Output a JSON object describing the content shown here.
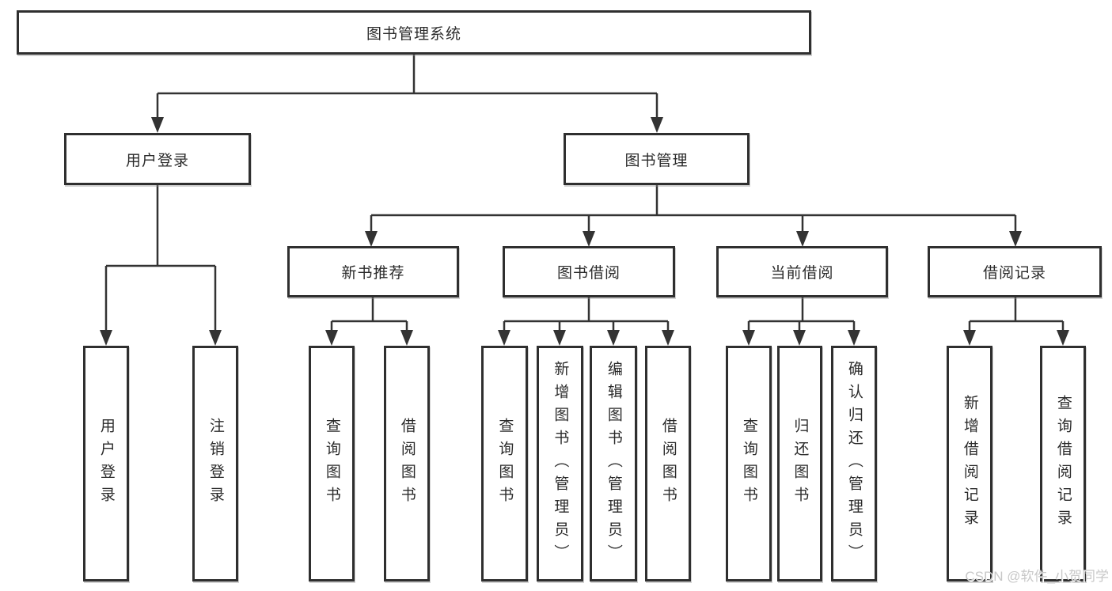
{
  "tree": {
    "label": "图书管理系统",
    "children": [
      {
        "label": "用户登录",
        "children": [
          {
            "label": "用户登录"
          },
          {
            "label": "注销登录"
          }
        ]
      },
      {
        "label": "图书管理",
        "children": [
          {
            "label": "新书推荐",
            "children": [
              {
                "label": "查询图书"
              },
              {
                "label": "借阅图书"
              }
            ]
          },
          {
            "label": "图书借阅",
            "children": [
              {
                "label": "查询图书"
              },
              {
                "label": "新增图书（管理员）"
              },
              {
                "label": "编辑图书（管理员）"
              },
              {
                "label": "借阅图书"
              }
            ]
          },
          {
            "label": "当前借阅",
            "children": [
              {
                "label": "查询图书"
              },
              {
                "label": "归还图书"
              },
              {
                "label": "确认归还（管理员）"
              }
            ]
          },
          {
            "label": "借阅记录",
            "children": [
              {
                "label": "新增借阅记录"
              },
              {
                "label": "查询借阅记录"
              }
            ]
          }
        ]
      }
    ]
  },
  "watermark": {
    "text": "CSDN @软件_小贺同学"
  },
  "colors": {
    "line": "#333333",
    "box_border": "#2f2f2f",
    "box_bg": "#ffffff",
    "text": "#2b2b2b",
    "watermark": "#c8c8c8",
    "background": "#ffffff"
  }
}
